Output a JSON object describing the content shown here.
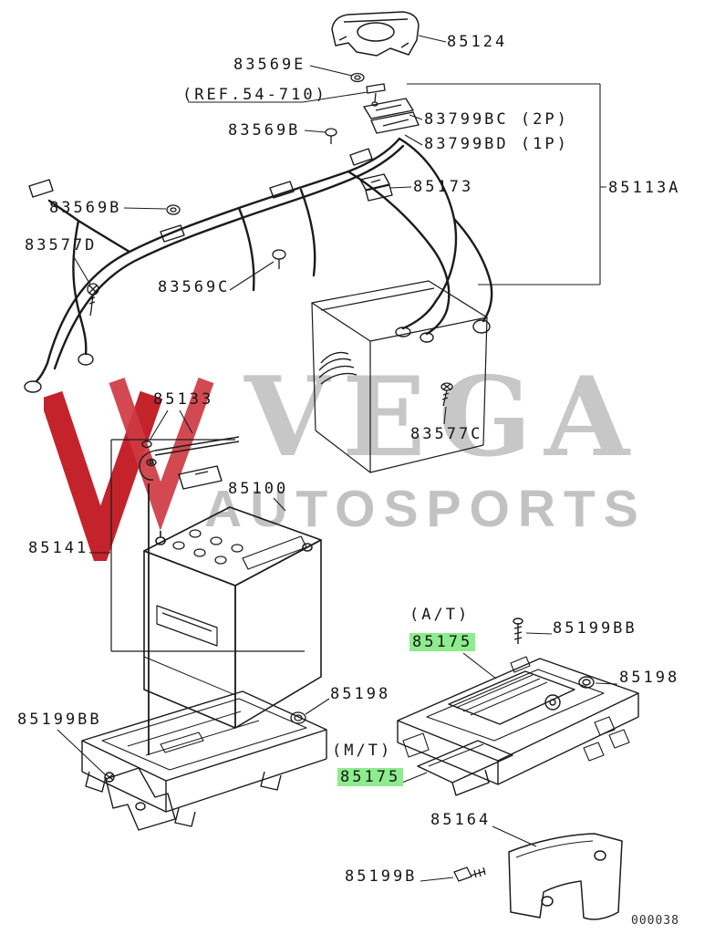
{
  "watermark": {
    "line1": "VEGA",
    "line2": "AUTOSPORTS"
  },
  "doc_code": "000038",
  "colors": {
    "highlight": "#8dec8d",
    "line": "#1b1b1b",
    "watermark_gray": "#c7c7c7",
    "logo_red": "#c4232b"
  },
  "labels": [
    {
      "id": "85124",
      "text": "85124"
    },
    {
      "id": "83569E",
      "text": "83569E"
    },
    {
      "id": "ref-54-710",
      "text": "(REF.54-710)"
    },
    {
      "id": "83569B-top",
      "text": "83569B"
    },
    {
      "id": "83799BC",
      "text": "83799BC (2P)"
    },
    {
      "id": "83799BD",
      "text": "83799BD (1P)"
    },
    {
      "id": "85173",
      "text": "85173"
    },
    {
      "id": "85113A",
      "text": "85113A"
    },
    {
      "id": "83569B-left",
      "text": "83569B"
    },
    {
      "id": "83577D",
      "text": "83577D"
    },
    {
      "id": "83569C",
      "text": "83569C"
    },
    {
      "id": "85133",
      "text": "85133"
    },
    {
      "id": "85100",
      "text": "85100"
    },
    {
      "id": "83577C",
      "text": "83577C"
    },
    {
      "id": "85141",
      "text": "85141"
    },
    {
      "id": "at-note",
      "text": "(A/T)"
    },
    {
      "id": "85175-at",
      "text": "85175",
      "highlighted": true
    },
    {
      "id": "85199BB-right",
      "text": "85199BB"
    },
    {
      "id": "85198-right",
      "text": "85198"
    },
    {
      "id": "85198-center",
      "text": "85198"
    },
    {
      "id": "mt-note",
      "text": "(M/T)"
    },
    {
      "id": "85175-mt",
      "text": "85175",
      "highlighted": true
    },
    {
      "id": "85199BB-left",
      "text": "85199BB"
    },
    {
      "id": "85164",
      "text": "85164"
    },
    {
      "id": "85199B",
      "text": "85199B"
    }
  ]
}
